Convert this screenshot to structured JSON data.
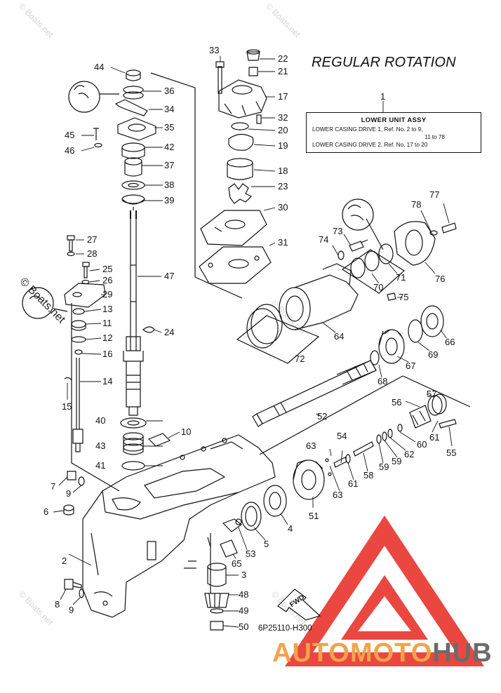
{
  "title": "REGULAR ROTATION",
  "info_box": {
    "ref_number": "1",
    "header": "LOWER UNIT ASSY",
    "row1": "LOWER CASING DRIVE 1, Ref. No. 2 to 9,",
    "row2": "11 to 78",
    "row3": "LOWER CASING DRIVE 2, Ref. No. 17 to 20"
  },
  "diagram_code": "6P25110-H300",
  "fwd_label": "FWD",
  "brand": {
    "part1": "AUTOMOTO",
    "part2": "HUB"
  },
  "watermark_text": "© Boats.net",
  "colors": {
    "line": "#111111",
    "brand_orange": "#f2a34a",
    "brand_gray": "#6b6b6b",
    "logo_red": "#e8332c",
    "watermark": "#d4d4d4"
  },
  "callouts": {
    "n2": "2",
    "n3": "3",
    "n4": "4",
    "n5": "5",
    "n6": "6",
    "n7": "7",
    "n8": "8",
    "n9a": "9",
    "n9b": "9",
    "n10": "10",
    "n11": "11",
    "n12": "12",
    "n13": "13",
    "n14": "14",
    "n15": "15",
    "n16": "16",
    "n17": "17",
    "n18": "18",
    "n19": "19",
    "n20": "20",
    "n21": "21",
    "n22": "22",
    "n23": "23",
    "n24": "24",
    "n25": "25",
    "n26": "26",
    "n27": "27",
    "n28": "28",
    "n29": "29",
    "n30": "30",
    "n31": "31",
    "n32": "32",
    "n33": "33",
    "n34": "34",
    "n35": "35",
    "n36": "36",
    "n37": "37",
    "n38": "38",
    "n39": "39",
    "n40": "40",
    "n41": "41",
    "n42": "42",
    "n43": "43",
    "n44": "44",
    "n45": "45",
    "n46": "46",
    "n47": "47",
    "n48": "48",
    "n49": "49",
    "n50": "50",
    "n51": "51",
    "n52": "52",
    "n53": "53",
    "n54": "54",
    "n55": "55",
    "n56": "56",
    "n57": "57",
    "n58": "58",
    "n59a": "59",
    "n59b": "59",
    "n60": "60",
    "n61a": "61",
    "n61b": "61",
    "n62": "62",
    "n63a": "63",
    "n63b": "63",
    "n64": "64",
    "n65": "65",
    "n66": "66",
    "n67": "67",
    "n68": "68",
    "n69": "69",
    "n70": "70",
    "n71": "71",
    "n72": "72",
    "n73": "73",
    "n74": "74",
    "n75": "75",
    "n76": "76",
    "n77": "77",
    "n78": "78"
  }
}
